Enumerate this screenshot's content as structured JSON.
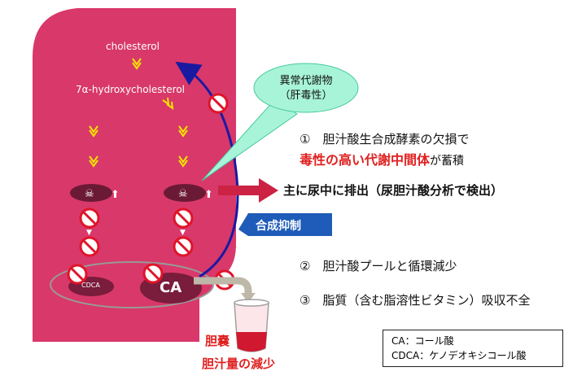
{
  "labels": {
    "cholesterol": "cholesterol",
    "hydroxycholesterol": "7α-hydroxycholesterol",
    "cdca_node": "CDCA",
    "ca_node": "CA",
    "gallbladder_line1": "胆嚢",
    "gallbladder_line2": "胆汁量の減少"
  },
  "callout": {
    "line1": "異常代謝物",
    "line2": "（肝毒性）"
  },
  "inhibition_label": "合成抑制",
  "excretion_text": "主に尿中に排出（尿胆汁酸分析で検出）",
  "points": {
    "p1_number": "①",
    "p1_line1": "胆汁酸生合成酵素の欠損で",
    "p1_line2_red": "毒性の高い代謝中間体",
    "p1_line2_suffix": "が蓄積",
    "p2": "②　胆汁酸プールと循環減少",
    "p3": "③　脂質（含む脂溶性ビタミン）吸収不全"
  },
  "legend": {
    "ca": "CA：コール酸",
    "cdca": "CDCA：ケノデオキシコール酸"
  },
  "colors": {
    "liver": "#d9386a",
    "arrow_blue": "#1a1aa0",
    "yellow_arrow": "#f5e400",
    "red_text": "#e02020",
    "callout_fill": "#a8f4d8",
    "inhibit_box": "#1f5bb8",
    "excretion_arrow": "#cc2244"
  },
  "icons": [
    "skull-icon",
    "up-arrow-icon",
    "prohibition-icon",
    "down-arrow-icon"
  ]
}
